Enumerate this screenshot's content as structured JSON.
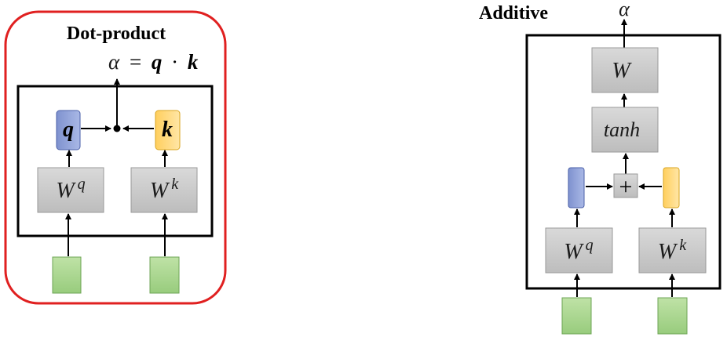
{
  "dot_product": {
    "title": "Dot-product",
    "formula": {
      "alpha": "α",
      "eq": "=",
      "q": "q",
      "dot": "·",
      "k": "k"
    },
    "q_label": "q",
    "k_label": "k",
    "wq": {
      "base": "W",
      "sup": "q"
    },
    "wk": {
      "base": "W",
      "sup": "k"
    }
  },
  "additive": {
    "title": "Additive",
    "alpha": "α",
    "w_label": "W",
    "tanh_label": "tanh",
    "plus_label": "+",
    "wq": {
      "base": "W",
      "sup": "q"
    },
    "wk": {
      "base": "W",
      "sup": "k"
    }
  },
  "colors": {
    "highlight_border": "#e02020",
    "query_fill": "#8fa2d9",
    "key_fill": "#ffd77a",
    "input_fill": "#a7d38f",
    "weight_fill": "#cdcdcd"
  }
}
